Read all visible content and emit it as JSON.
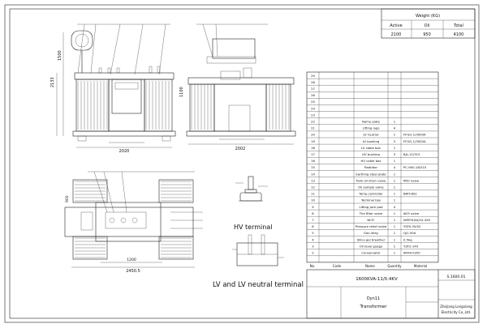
{
  "weight_table": {
    "title": "Weight (KG)",
    "headers": [
      "Active",
      "Oil",
      "Total"
    ],
    "values": [
      "2100",
      "950",
      "4100"
    ]
  },
  "side_view": {
    "dimensions": {
      "width": "2020",
      "height": "2133",
      "depth": "1500"
    }
  },
  "end_view": {
    "dimensions": {
      "width": "2002",
      "height": "1100"
    }
  },
  "plan_view": {
    "dimensions": {
      "width": "2450.5",
      "inner": "1200",
      "length": "900"
    }
  },
  "captions": {
    "hv_terminal": "HV terminal",
    "lv_terminal": "LV and LV neutral terminal"
  },
  "parts_table": {
    "rows": [
      {
        "no": "29",
        "name": "",
        "qty": "",
        "material": ""
      },
      {
        "no": "28",
        "name": "",
        "qty": "",
        "material": ""
      },
      {
        "no": "27",
        "name": "",
        "qty": "",
        "material": ""
      },
      {
        "no": "26",
        "name": "",
        "qty": "",
        "material": ""
      },
      {
        "no": "25",
        "name": "",
        "qty": "",
        "material": ""
      },
      {
        "no": "24",
        "name": "",
        "qty": "",
        "material": ""
      },
      {
        "no": "23",
        "name": "",
        "qty": "",
        "material": ""
      },
      {
        "no": "22",
        "name": "Name plate",
        "qty": "1",
        "material": ""
      },
      {
        "no": "21",
        "name": "Lifting lugs",
        "qty": "4",
        "material": ""
      },
      {
        "no": "20",
        "name": "LV neutral",
        "qty": "1",
        "material": "FFGG-1/3000A"
      },
      {
        "no": "19",
        "name": "LV bushing",
        "qty": "3",
        "material": "FFGG-1/3000A"
      },
      {
        "no": "18",
        "name": "LV cable box",
        "qty": "1",
        "material": ""
      },
      {
        "no": "17",
        "name": "HV bushing",
        "qty": "3",
        "material": "BJL-12/315"
      },
      {
        "no": "16",
        "name": "HV cable box",
        "qty": "1",
        "material": ""
      },
      {
        "no": "15",
        "name": "Radiator",
        "qty": "4",
        "material": "PC-900-18/310"
      },
      {
        "no": "14",
        "name": "Earthing steel plate",
        "qty": "1",
        "material": ""
      },
      {
        "no": "13",
        "name": "Tank oil drain valve",
        "qty": "1",
        "material": "Φ50 valve"
      },
      {
        "no": "12",
        "name": "Oil sample valve",
        "qty": "1",
        "material": ""
      },
      {
        "no": "11",
        "name": "Temp.controller",
        "qty": "1",
        "material": "BWY-802"
      },
      {
        "no": "10",
        "name": "Terminal box",
        "qty": "1",
        "material": ""
      },
      {
        "no": "9",
        "name": "Lifting jack pad",
        "qty": "4",
        "material": ""
      },
      {
        "no": "8",
        "name": "The filter valve",
        "qty": "1",
        "material": "Φ25 valve"
      },
      {
        "no": "7",
        "name": "NLTC",
        "qty": "1",
        "material": "WSPIII-6A/10-4X5"
      },
      {
        "no": "6",
        "name": "Pressure relief valve",
        "qty": "1",
        "material": "YSFII-35/52"
      },
      {
        "no": "5",
        "name": "Gas relay",
        "qty": "1",
        "material": "QJ1-50A"
      },
      {
        "no": "4",
        "name": "Silica gel breather",
        "qty": "1",
        "material": "0.5kg"
      },
      {
        "no": "3",
        "name": "Oil level guage",
        "qty": "1",
        "material": "YZF2-140"
      },
      {
        "no": "2",
        "name": "Conservator",
        "qty": "1",
        "material": "Φ440×950"
      }
    ],
    "header": {
      "no": "No.",
      "code": "Code",
      "name": "Name",
      "qty": "Quantity",
      "material": "Material"
    }
  },
  "title_block": {
    "rating": "1600KVA-11/0.4KV",
    "vector": "Dyn11",
    "product": "Transformer",
    "drawing_no": "S.1600.01",
    "company_line1": "Zhejiang Longxiang",
    "company_line2": "Electricity Co.,Ltd."
  }
}
